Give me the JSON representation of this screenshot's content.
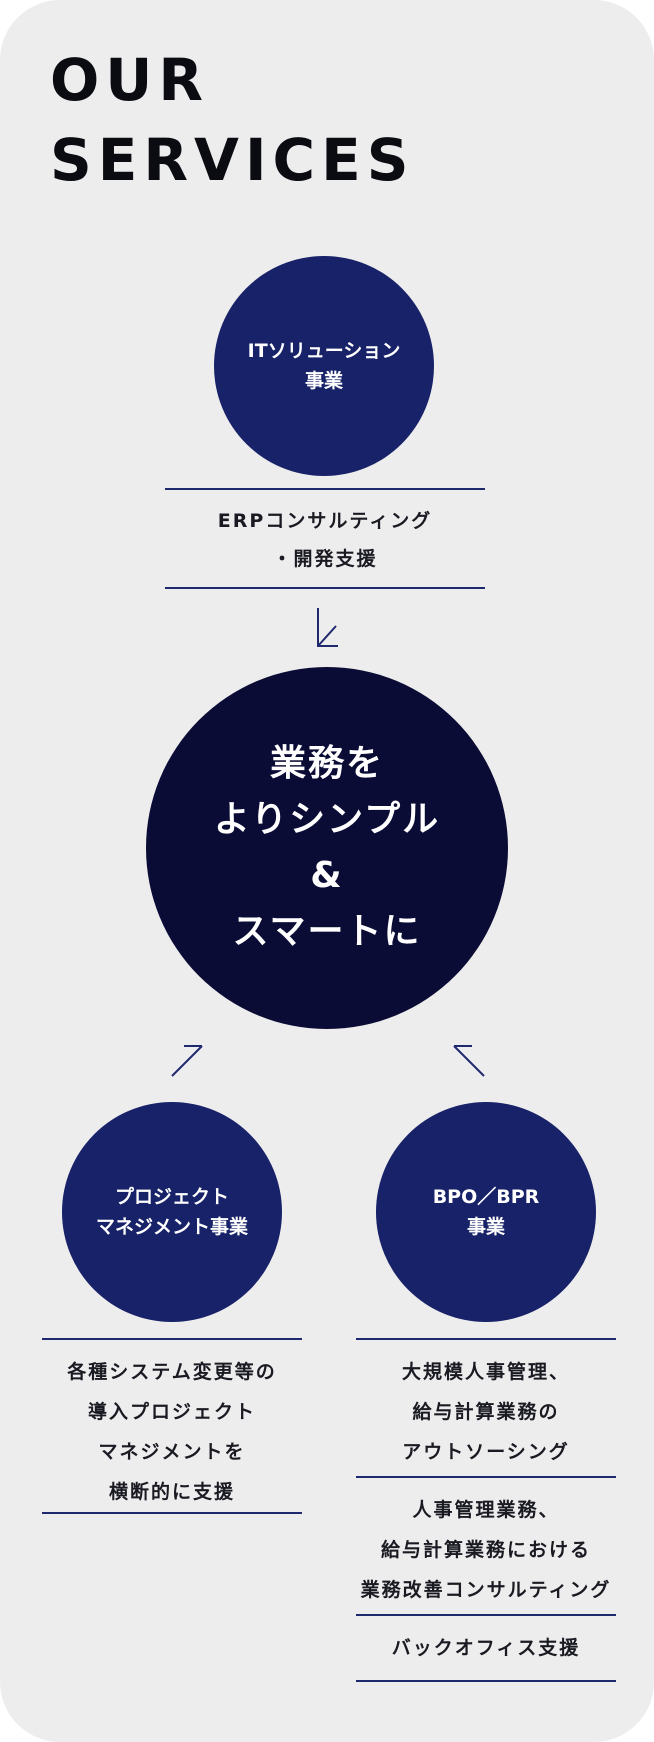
{
  "heading": {
    "line1": "OUR",
    "line2": "SERVICES"
  },
  "it_circle": {
    "line1": "ITソリューション",
    "line2": "事業"
  },
  "it_desc": {
    "line1": "ERPコンサルティング",
    "line2": "・開発支援"
  },
  "center": {
    "line1": "業務を",
    "line2": "よりシンプル",
    "line3": "&",
    "line4": "スマートに"
  },
  "project_circle": {
    "line1": "プロジェクト",
    "line2": "マネジメント事業"
  },
  "project_desc": {
    "line1": "各種システム変更等の",
    "line2": "導入プロジェクト",
    "line3": "マネジメントを",
    "line4": "横断的に支援"
  },
  "bpo_circle": {
    "line1": "BPO／BPR",
    "line2": "事業"
  },
  "bpo_desc1": {
    "line1": "大規模人事管理、",
    "line2": "給与計算業務の",
    "line3": "アウトソーシング"
  },
  "bpo_desc2": {
    "line1": "人事管理業務、",
    "line2": "給与計算業務における",
    "line3": "業務改善コンサルティング"
  },
  "bpo_desc3": {
    "line1": "バックオフィス支援"
  },
  "colors": {
    "background": "#eeedee",
    "circle": "#172268",
    "center_circle": "#0b0c35",
    "rule": "#1f2a6e"
  }
}
